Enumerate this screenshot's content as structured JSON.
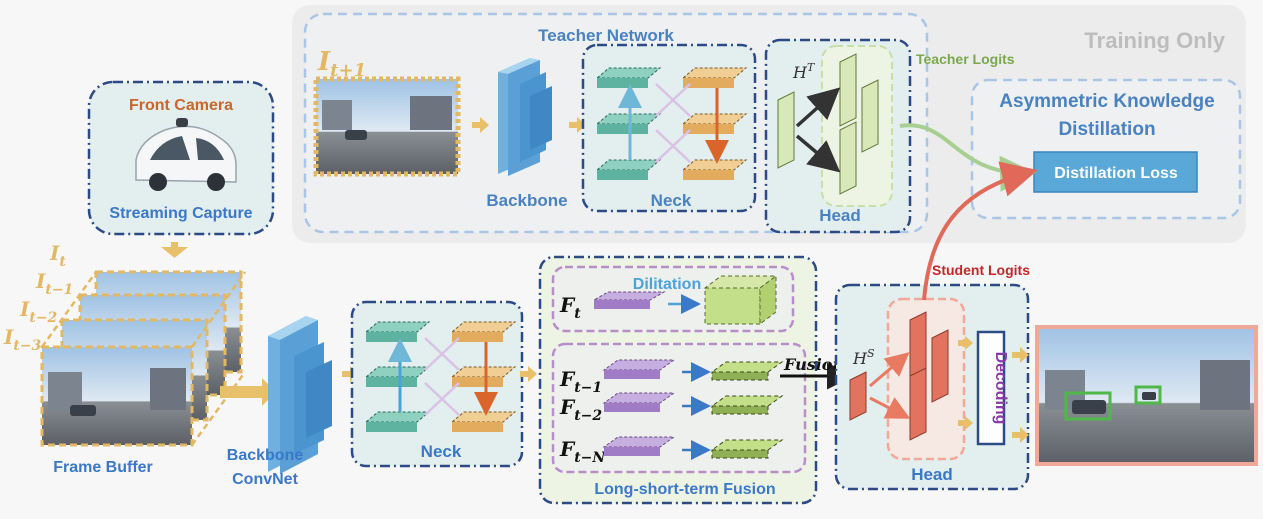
{
  "labels": {
    "teacher_network": "Teacher Network",
    "training_only": "Training Only",
    "teacher_logits": "Teacher Logits",
    "akd_line1": "Asymmetric Knowledge",
    "akd_line2": "Distillation",
    "distillation_loss": "Distillation Loss",
    "front_camera": "Front Camera",
    "streaming_capture": "Streaming Capture",
    "frame_buffer": "Frame Buffer",
    "backbone_top": "Backbone",
    "neck_top": "Neck",
    "head_top": "Head",
    "backbone_convnet_line1": "Backbone",
    "backbone_convnet_line2": "ConvNet",
    "neck_bottom": "Neck",
    "dilitation": "Dilitation",
    "long_short_term_fusion": "Long-short-term Fusion",
    "fusion": "Fusion",
    "student_logits": "Student  Logits",
    "head_bottom": "Head",
    "decoding": "Decoding"
  },
  "math": {
    "i_t1_base": "I",
    "i_t1_sub": "t+1",
    "ht_base": "H",
    "ht_sup": "T",
    "hs_base": "H",
    "hs_sup": "S",
    "frame_labels": [
      {
        "base": "I",
        "sub": "t"
      },
      {
        "base": "I",
        "sub": "t−1"
      },
      {
        "base": "I",
        "sub": "t−2"
      },
      {
        "base": "I",
        "sub": "t−3"
      }
    ],
    "feature_labels": [
      {
        "base": "F",
        "sub": "t"
      },
      {
        "base": "F",
        "sub": "t−1"
      },
      {
        "base": "F",
        "sub": "t−2"
      },
      {
        "base": "F",
        "sub": "t−N"
      }
    ]
  },
  "colors": {
    "dark_blue": "#2b4a86",
    "light_blue_dash": "#a9c6e6",
    "orange_text": "#c8662c",
    "gold_dash": "#e2b864",
    "green_text": "#7aa84c",
    "student_red": "#e0695a",
    "purple": "#b88ec8",
    "teal_panel": "#e3eeee"
  }
}
